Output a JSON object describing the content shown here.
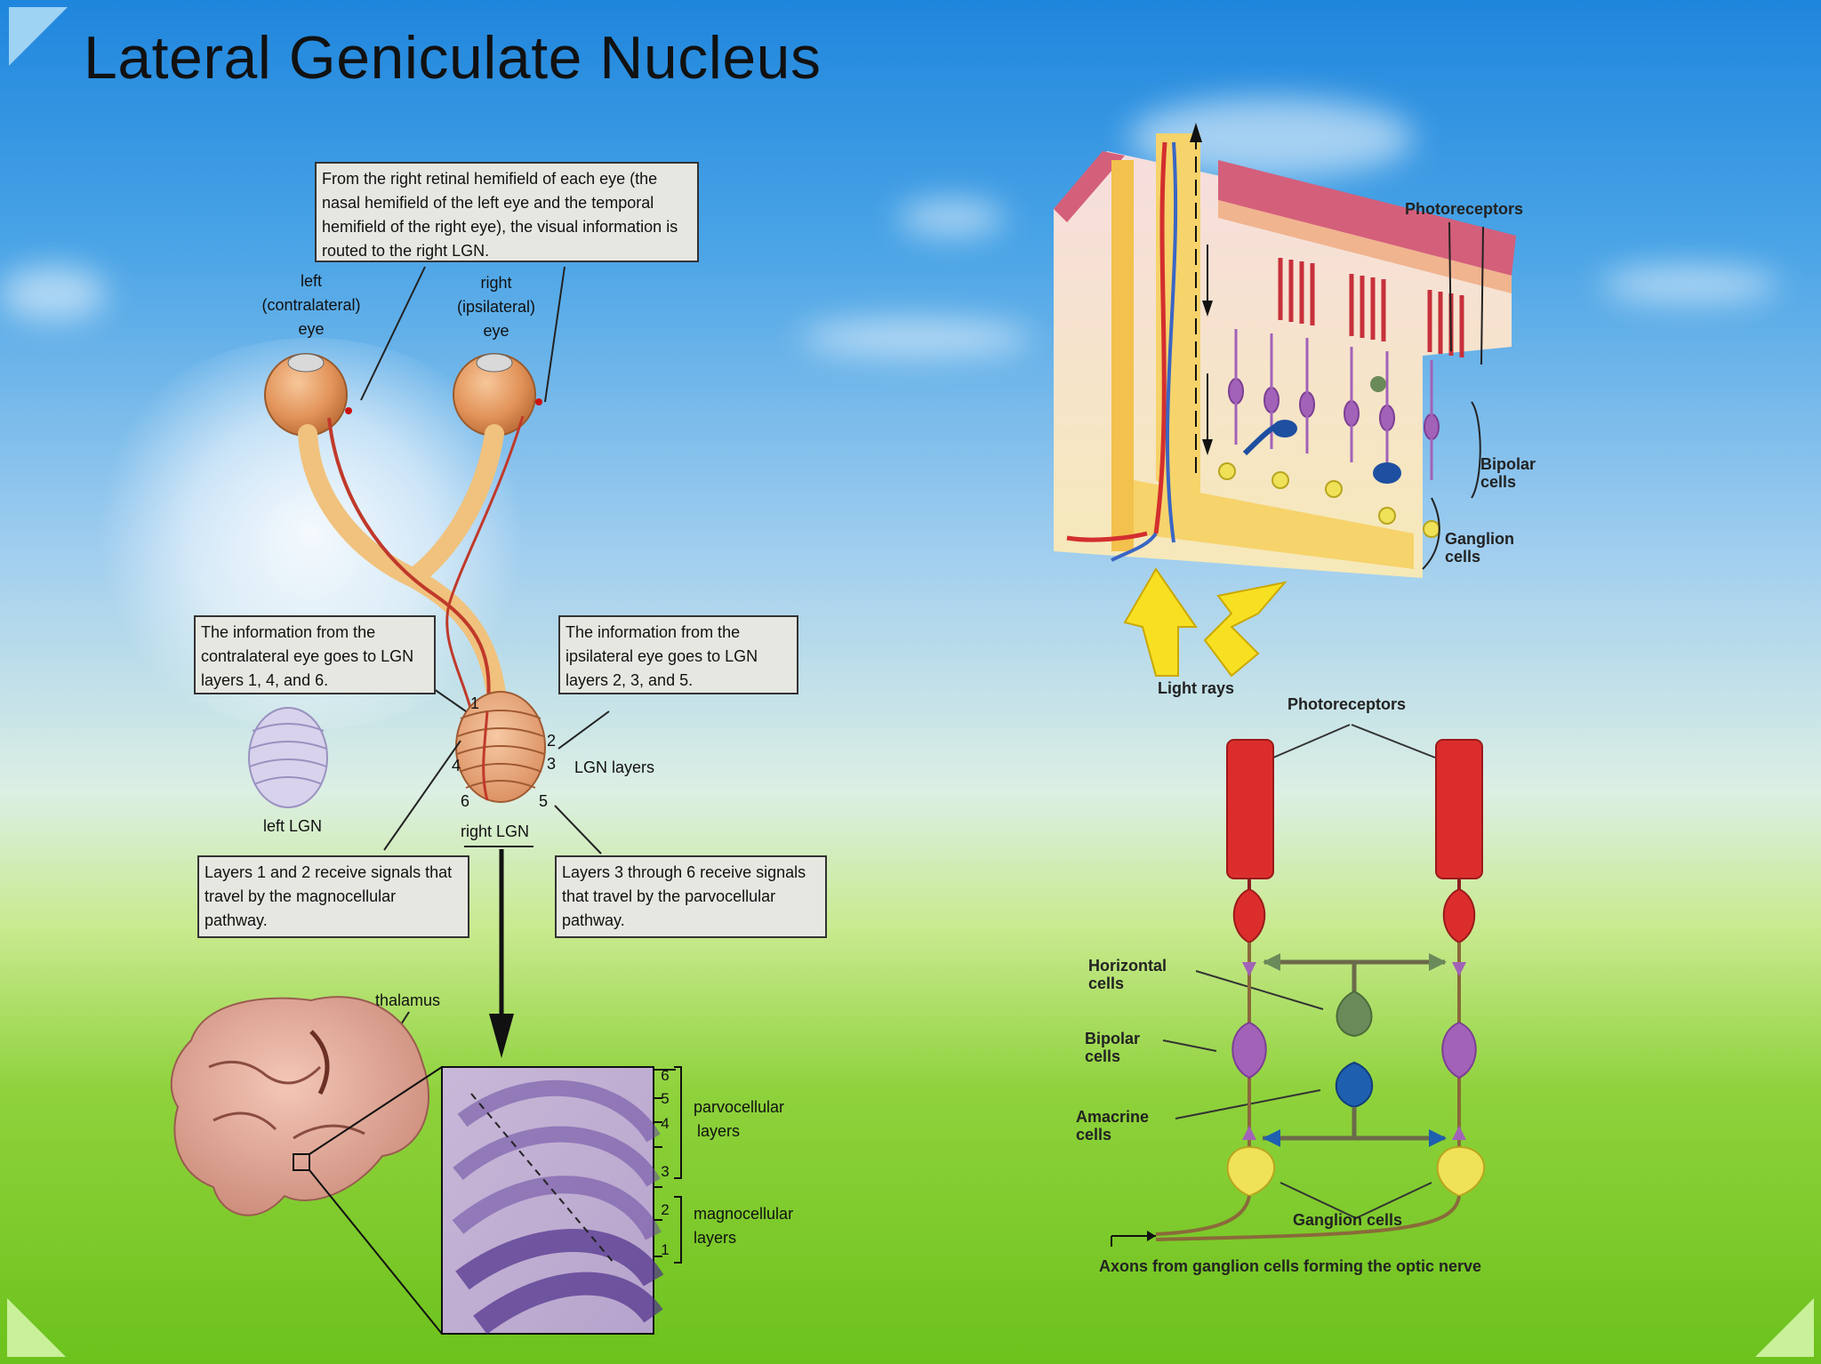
{
  "slide": {
    "title": "Lateral Geniculate Nucleus"
  },
  "lgn_figure": {
    "top_caption": "From the right retinal hemifield of each eye (the nasal hemifield of the left eye and the temporal hemifield of the right eye), the visual information is routed to the right LGN.",
    "left_eye_label": [
      "left",
      "(contralateral)",
      "eye"
    ],
    "right_eye_label": [
      "right",
      "(ipsilateral)",
      "eye"
    ],
    "contralateral_caption": "The information from the contralateral eye goes to LGN layers 1, 4, and 6.",
    "ipsilateral_caption": "The information from the ipsilateral eye goes to LGN layers 2, 3, and 5.",
    "layer_numbers": [
      "1",
      "2",
      "3",
      "4",
      "5",
      "6"
    ],
    "lgn_layers_label": "LGN layers",
    "left_lgn_label": "left LGN",
    "right_lgn_label": "right LGN",
    "magno_caption": "Layers 1 and 2 receive signals that travel by the magnocellular pathway.",
    "parvo_caption": "Layers 3 through 6 receive signals that travel by the parvocellular pathway.",
    "thalamus_label": "thalamus",
    "section_ticks": [
      "6",
      "5",
      "4",
      "3",
      "2",
      "1"
    ],
    "parvo_label": [
      "parvocellular",
      "layers"
    ],
    "magno_label": [
      "magnocellular",
      "layers"
    ]
  },
  "retina_figure": {
    "photoreceptors_label": "Photoreceptors",
    "bipolar_label": [
      "Bipolar",
      "cells"
    ],
    "ganglion_label": [
      "Ganglion",
      "cells"
    ],
    "light_rays_label": "Light rays"
  },
  "circuit_figure": {
    "photoreceptors_label": "Photoreceptors",
    "horizontal_label": [
      "Horizontal",
      "cells"
    ],
    "bipolar_label": [
      "Bipolar",
      "cells"
    ],
    "amacrine_label": [
      "Amacrine",
      "cells"
    ],
    "ganglion_label": "Ganglion cells",
    "axons_label": "Axons from ganglion cells forming the optic nerve"
  },
  "colors": {
    "photoreceptor": "#dc2d2d",
    "horizontal": "#6b8a5a",
    "bipolar": "#a262b8",
    "amacrine": "#1e5fb0",
    "ganglion": "#efe158",
    "nerve": "#e6c27a"
  }
}
